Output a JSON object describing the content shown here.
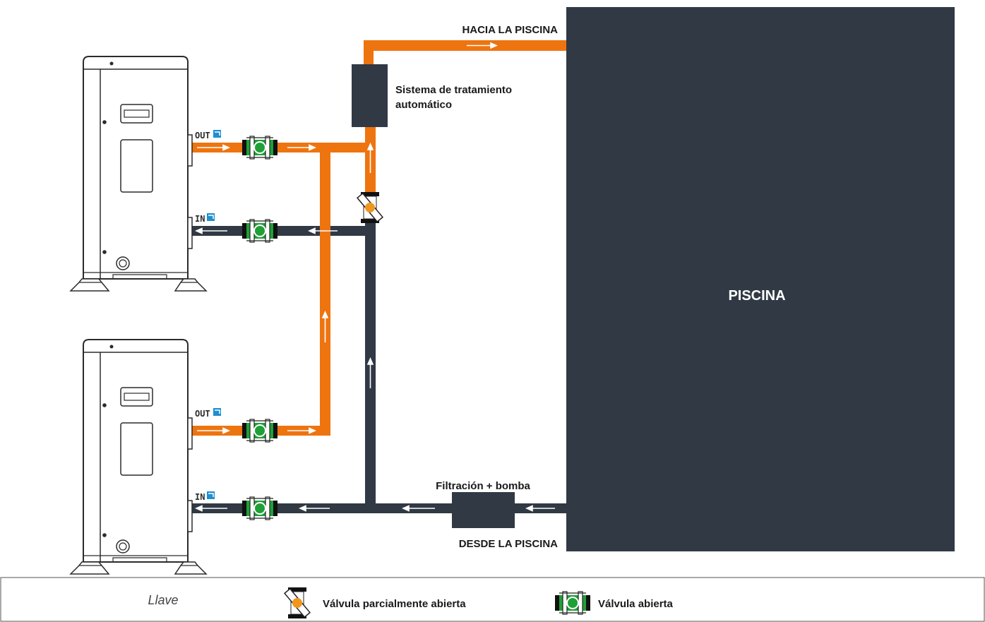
{
  "labels": {
    "to_pool": "HACIA LA PISCINA",
    "treatment_line1": "Sistema de tratamiento",
    "treatment_line2": "automático",
    "pool": "PISCINA",
    "filtration": "Filtración + bomba",
    "from_pool": "DESDE LA PISCINA"
  },
  "heat_pumps": [
    {
      "out_label": "OUT",
      "in_label": "IN"
    },
    {
      "out_label": "OUT",
      "in_label": "IN"
    }
  ],
  "legend": {
    "title": "Llave",
    "partial_valve": "Válvula parcialmente abierta",
    "open_valve": "Válvula abierta"
  },
  "colors": {
    "hot_pipe": "#ee7410",
    "cold_pipe": "#303944",
    "pool": "#303944",
    "valve_open": "#1ea037",
    "valve_partial": "#f0961e",
    "badge_blue": "#1e8fd0"
  }
}
